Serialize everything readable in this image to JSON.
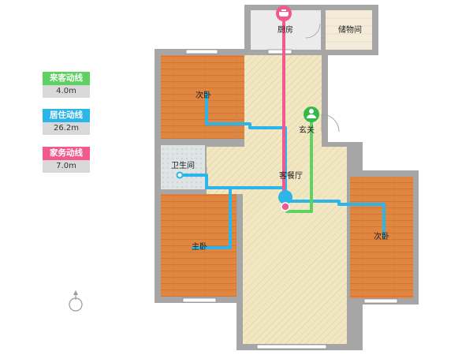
{
  "legend": [
    {
      "label": "来客动线",
      "value": "4.0m",
      "color": "#5fd163"
    },
    {
      "label": "居住动线",
      "value": "26.2m",
      "color": "#2bb5e8"
    },
    {
      "label": "家务动线",
      "value": "7.0m",
      "color": "#f25a8f"
    }
  ],
  "rooms": {
    "kitchen": "厨房",
    "storage": "储物间",
    "bedroom_nw": "次卧",
    "entrance": "玄关",
    "bathroom": "卫生间",
    "living_dining": "客餐厅",
    "master_bedroom": "主卧",
    "bedroom_se": "次卧"
  },
  "colors": {
    "wall": "#a6a6a6",
    "bedroom_floor": "#e08640",
    "living_floor": "#f2e7c3",
    "kitchen_floor": "#ebebeb",
    "storage_floor": "#f4ecd8",
    "bathroom_floor": "#dde4e3"
  },
  "icons": [
    "kitchen-icon",
    "person-icon",
    "compass-icon"
  ]
}
